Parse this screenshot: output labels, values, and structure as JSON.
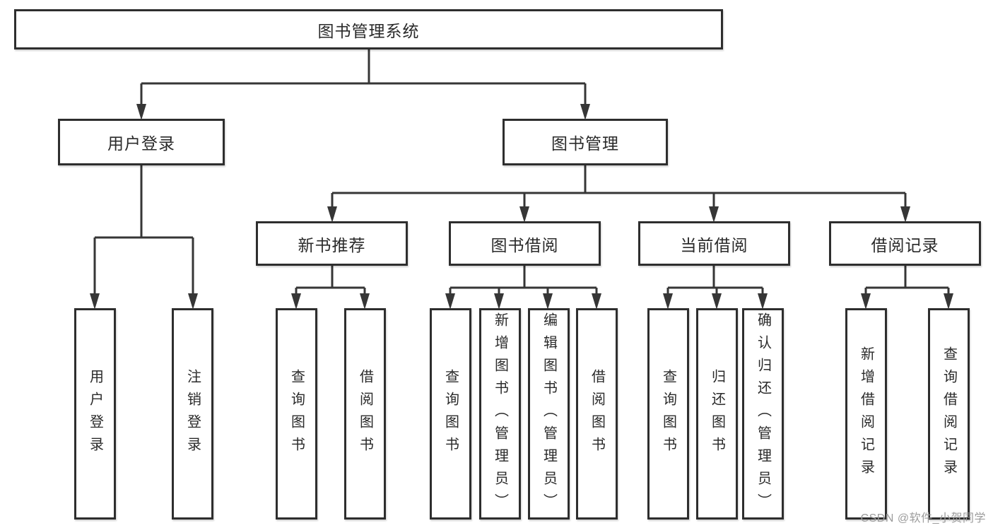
{
  "diagram": {
    "root": "图书管理系统",
    "user_login": {
      "label": "用户登录",
      "children": [
        "用户登录",
        "注销登录"
      ]
    },
    "book_management": {
      "label": "图书管理",
      "modules": {
        "new_book": {
          "label": "新书推荐",
          "children": [
            "查询图书",
            "借阅图书"
          ]
        },
        "borrow": {
          "label": "图书借阅",
          "children": [
            "查询图书",
            "新增图书（管理员）",
            "编辑图书（管理员）",
            "借阅图书"
          ]
        },
        "current": {
          "label": "当前借阅",
          "children": [
            "查询图书",
            "归还图书",
            "确认归还（管理员）"
          ]
        },
        "records": {
          "label": "借阅记录",
          "children": [
            "新增借阅记录",
            "查询借阅记录"
          ]
        }
      }
    }
  },
  "watermark": "CSDN @软件_小贺同学",
  "colors": {
    "line_color": "#363636",
    "box_border_color": "#2e2e2e",
    "text_color": "#2a2a2a",
    "watermark_color": "#9c9c9c",
    "background_color": "#ffffff"
  }
}
